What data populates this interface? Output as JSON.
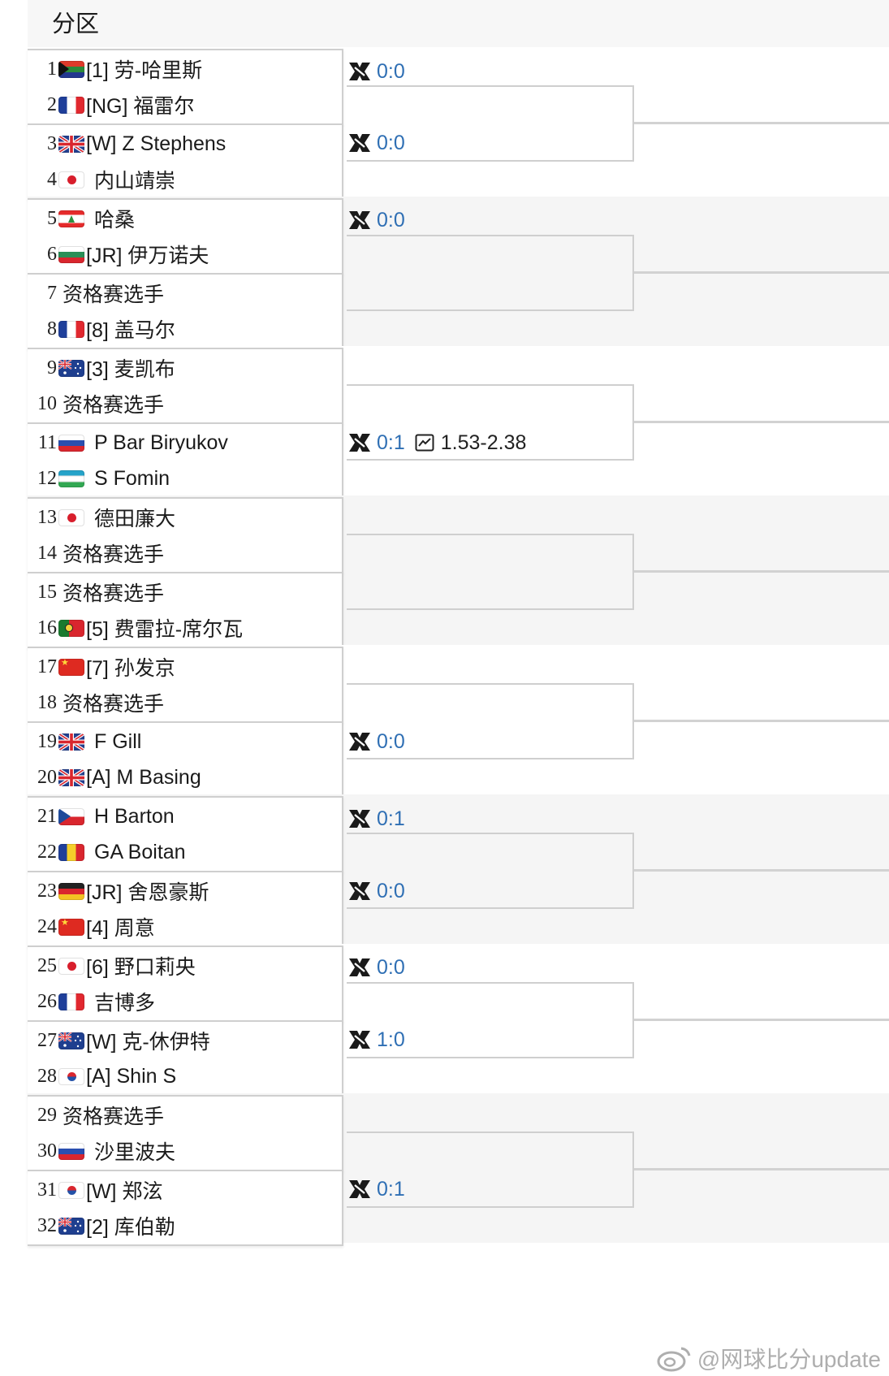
{
  "header": {
    "title": "分区"
  },
  "matches": [
    {
      "players": [
        {
          "seed_num": "1",
          "flag": "za",
          "name": "[1] 劳-哈里斯"
        },
        {
          "seed_num": "2",
          "flag": "fr",
          "name": "[NG] 福雷尔"
        }
      ],
      "score": "0:0",
      "odds": ""
    },
    {
      "players": [
        {
          "seed_num": "3",
          "flag": "gb",
          "name": "[W] Z Stephens"
        },
        {
          "seed_num": "4",
          "flag": "jp",
          "name": "内山靖崇"
        }
      ],
      "score": "0:0",
      "odds": ""
    },
    {
      "players": [
        {
          "seed_num": "5",
          "flag": "lb",
          "name": "哈桑"
        },
        {
          "seed_num": "6",
          "flag": "bg",
          "name": "[JR] 伊万诺夫"
        }
      ],
      "score": "0:0",
      "odds": ""
    },
    {
      "players": [
        {
          "seed_num": "7",
          "flag": "",
          "name": "资格赛选手"
        },
        {
          "seed_num": "8",
          "flag": "fr",
          "name": "[8] 盖马尔"
        }
      ],
      "score": "",
      "odds": ""
    },
    {
      "players": [
        {
          "seed_num": "9",
          "flag": "au",
          "name": "[3] 麦凯布"
        },
        {
          "seed_num": "10",
          "flag": "",
          "name": "资格赛选手"
        }
      ],
      "score": "",
      "odds": ""
    },
    {
      "players": [
        {
          "seed_num": "11",
          "flag": "ru",
          "name": "P Bar Biryukov"
        },
        {
          "seed_num": "12",
          "flag": "uz",
          "name": "S Fomin"
        }
      ],
      "score": "0:1",
      "odds": "1.53-2.38"
    },
    {
      "players": [
        {
          "seed_num": "13",
          "flag": "jp",
          "name": "德田廉大"
        },
        {
          "seed_num": "14",
          "flag": "",
          "name": "资格赛选手"
        }
      ],
      "score": "",
      "odds": ""
    },
    {
      "players": [
        {
          "seed_num": "15",
          "flag": "",
          "name": "资格赛选手"
        },
        {
          "seed_num": "16",
          "flag": "pt",
          "name": "[5] 费雷拉-席尔瓦"
        }
      ],
      "score": "",
      "odds": ""
    },
    {
      "players": [
        {
          "seed_num": "17",
          "flag": "cn",
          "name": "[7] 孙发京"
        },
        {
          "seed_num": "18",
          "flag": "",
          "name": "资格赛选手"
        }
      ],
      "score": "",
      "odds": ""
    },
    {
      "players": [
        {
          "seed_num": "19",
          "flag": "gb",
          "name": "F Gill"
        },
        {
          "seed_num": "20",
          "flag": "gb",
          "name": "[A] M Basing"
        }
      ],
      "score": "0:0",
      "odds": ""
    },
    {
      "players": [
        {
          "seed_num": "21",
          "flag": "cz",
          "name": "H Barton"
        },
        {
          "seed_num": "22",
          "flag": "ro",
          "name": "GA Boitan"
        }
      ],
      "score": "0:1",
      "odds": ""
    },
    {
      "players": [
        {
          "seed_num": "23",
          "flag": "de",
          "name": "[JR] 舍恩豪斯"
        },
        {
          "seed_num": "24",
          "flag": "cn",
          "name": "[4] 周意"
        }
      ],
      "score": "0:0",
      "odds": ""
    },
    {
      "players": [
        {
          "seed_num": "25",
          "flag": "jp",
          "name": "[6] 野口莉央"
        },
        {
          "seed_num": "26",
          "flag": "fr",
          "name": "吉博多"
        }
      ],
      "score": "0:0",
      "odds": ""
    },
    {
      "players": [
        {
          "seed_num": "27",
          "flag": "au",
          "name": "[W] 克-休伊特"
        },
        {
          "seed_num": "28",
          "flag": "kr",
          "name": "[A] Shin S"
        }
      ],
      "score": "1:0",
      "odds": ""
    },
    {
      "players": [
        {
          "seed_num": "29",
          "flag": "",
          "name": "资格赛选手"
        },
        {
          "seed_num": "30",
          "flag": "ru",
          "name": "沙里波夫"
        }
      ],
      "score": "",
      "odds": ""
    },
    {
      "players": [
        {
          "seed_num": "31",
          "flag": "kr",
          "name": "[W] 郑泫"
        },
        {
          "seed_num": "32",
          "flag": "au",
          "name": "[2] 库伯勒"
        }
      ],
      "score": "0:1",
      "odds": ""
    }
  ],
  "watermark": {
    "text": "@网球比分update"
  },
  "colors": {
    "score": "#2f6fb4",
    "border": "#cfcfcf",
    "band": "#f5f5f5"
  }
}
